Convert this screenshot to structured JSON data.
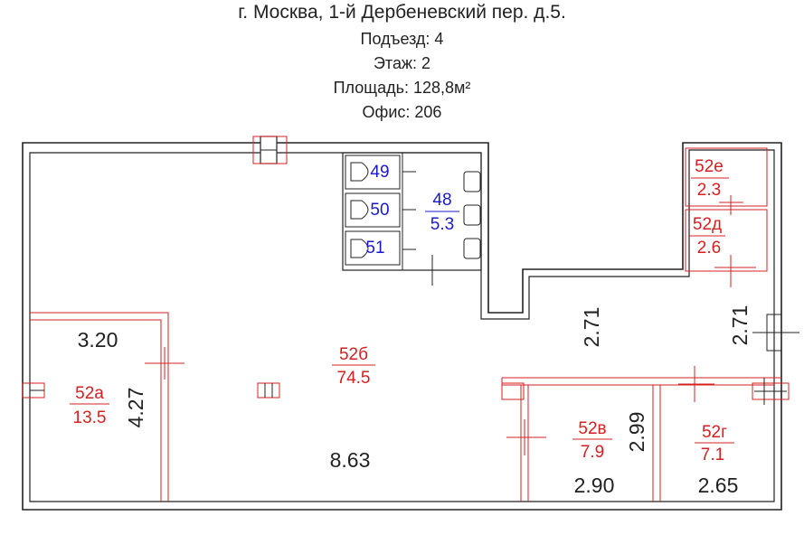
{
  "header": {
    "address": "г. Москва, 1-й Дербеневский пер. д.5.",
    "entrance": "Подъезд: 4",
    "floor": "Этаж: 2",
    "area": "Площадь: 128,8м²",
    "office": "Офис: 206"
  },
  "rooms": {
    "r49": {
      "num": "49"
    },
    "r50": {
      "num": "50"
    },
    "r51": {
      "num": "51"
    },
    "r48": {
      "num": "48",
      "area": "5.3"
    },
    "r52e": {
      "num": "52е",
      "area": "2.3"
    },
    "r52d": {
      "num": "52д",
      "area": "2.6"
    },
    "r52b": {
      "num": "52б",
      "area": "74.5"
    },
    "r52a": {
      "num": "52а",
      "area": "13.5"
    },
    "r52v": {
      "num": "52в",
      "area": "7.9"
    },
    "r52g": {
      "num": "52г",
      "area": "7.1"
    }
  },
  "dimensions": {
    "d320": "3.20",
    "d427": "4.27",
    "d271a": "2.71",
    "d271b": "2.71",
    "d863": "8.63",
    "d299": "2.99",
    "d290": "2.90",
    "d265": "2.65"
  },
  "colors": {
    "wall": "#222222",
    "partition": "#d42020",
    "toilet_label": "#1a1acc"
  }
}
